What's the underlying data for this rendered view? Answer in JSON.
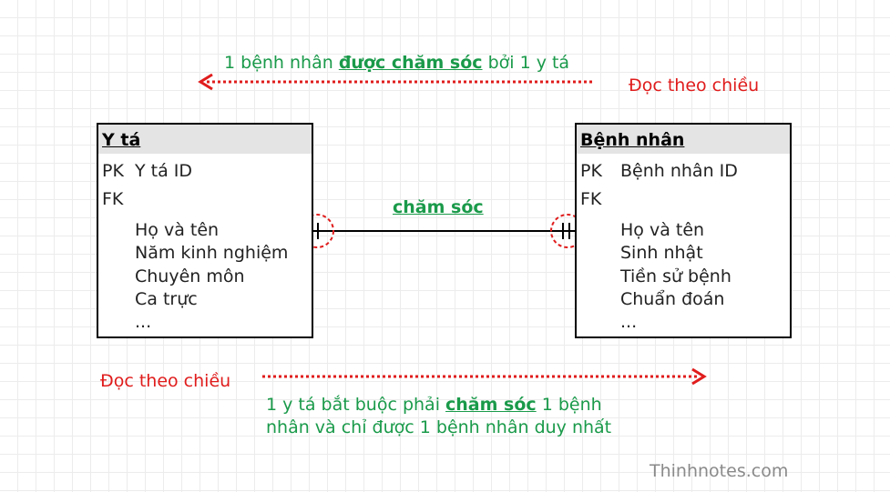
{
  "colors": {
    "green": "#1a9a4a",
    "red": "#e01c1c",
    "header_bg": "#e4e4e4"
  },
  "top_caption": {
    "pre": "1 bệnh nhân ",
    "bold": "được chăm sóc",
    "post": " bởi 1 y tá"
  },
  "top_read_note": "Đọc theo chiều",
  "entity_nurse": {
    "title": "Y tá",
    "pk": "PK",
    "pk_attr": "Y tá ID",
    "fk": "FK",
    "attrs": [
      "Họ và tên",
      "Năm kinh nghiệm",
      "Chuyên môn",
      "Ca trực",
      "..."
    ]
  },
  "entity_patient": {
    "title": "Bệnh nhân",
    "pk": "PK",
    "pk_attr": "Bệnh nhân ID",
    "fk": "FK",
    "attrs": [
      "Họ và tên",
      "Sinh nhật",
      "Tiền sử bệnh",
      "Chuẩn đoán",
      "..."
    ]
  },
  "relationship_label": "chăm sóc",
  "bottom_read_note": "Đọc theo chiều",
  "bottom_caption": {
    "pre": "1 y tá bắt buộc phải ",
    "bold": "chăm sóc",
    "post": " 1 bệnh",
    "line2": "nhân và chỉ được 1 bệnh nhân duy nhất"
  },
  "watermark": "Thinhnotes.com"
}
